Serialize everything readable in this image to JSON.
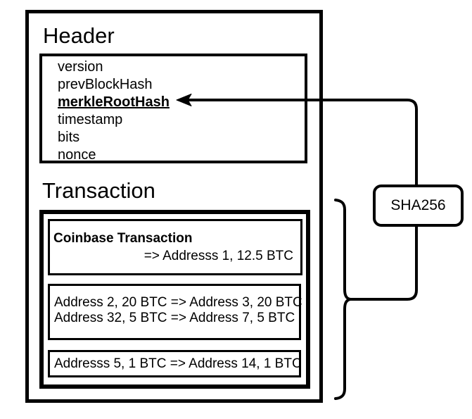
{
  "block": {
    "header": {
      "title": "Header",
      "fields": [
        "version",
        "prevBlockHash",
        "merkleRootHash",
        "timestamp",
        "bits",
        "nonce"
      ]
    },
    "transaction": {
      "title": "Transaction",
      "coinbase": {
        "title": "Coinbase Transaction",
        "output": "=> Addresss 1, 12.5 BTC"
      },
      "tx2": {
        "line1": "Address 2, 20 BTC => Address 3, 20 BTC",
        "line2": "Address 32, 5 BTC => Address 7, 5 BTC"
      },
      "tx3": {
        "line1": "Addresss 5, 1 BTC => Address 14, 1 BTC"
      }
    }
  },
  "sha": {
    "label": "SHA256"
  },
  "colors": {
    "stroke": "#000000",
    "background": "#ffffff"
  }
}
